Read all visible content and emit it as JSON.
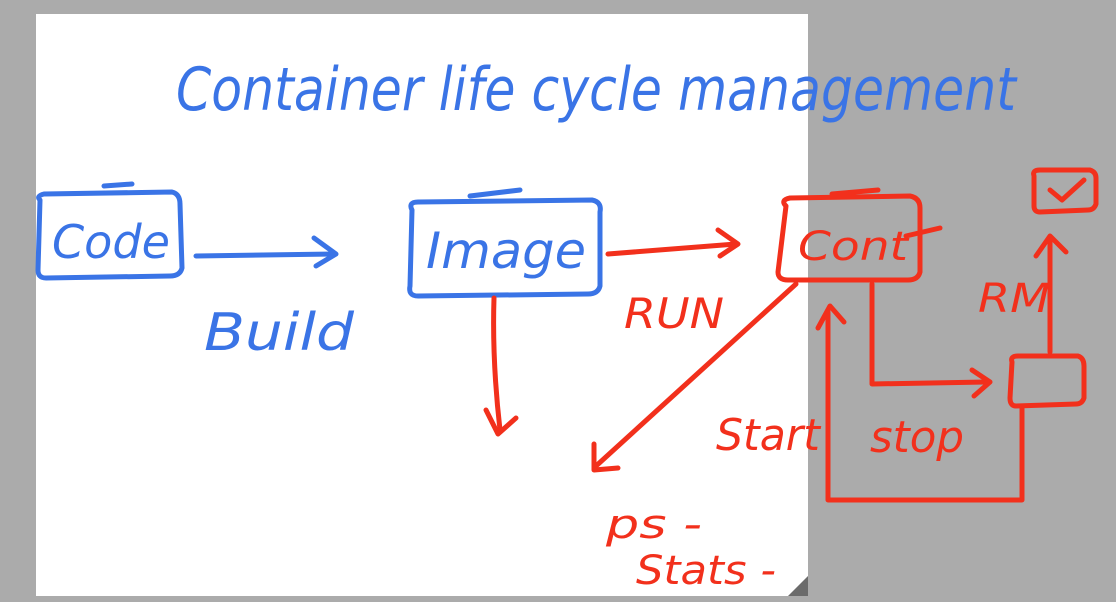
{
  "canvas": {
    "page_color": "#ffffff",
    "background_color": "#ababab",
    "fold_color": "#6b6b6b"
  },
  "colors": {
    "blue_ink": "#3a74e6",
    "red_ink": "#f2301c"
  },
  "title": "Container life cycle management",
  "nodes": {
    "code": "Code",
    "image": "Image",
    "container": "Cont"
  },
  "labels": {
    "build": "Build",
    "run": "RUN",
    "start": "Start",
    "stop": "stop",
    "rm": "RM",
    "ps": "ps -",
    "stats": "Stats -"
  }
}
